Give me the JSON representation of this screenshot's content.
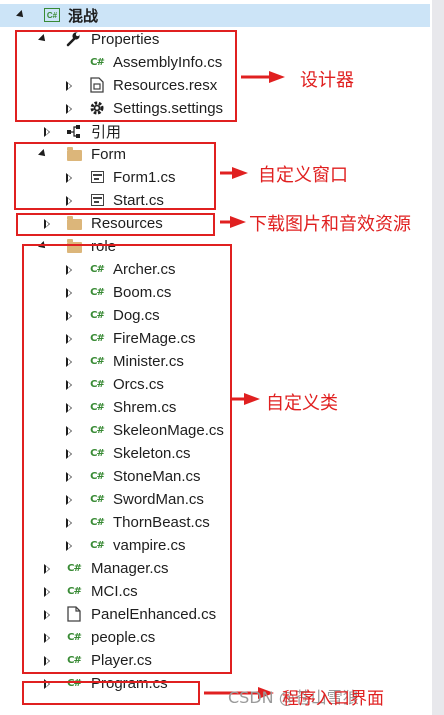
{
  "tree": {
    "project": "混战",
    "properties": {
      "label": "Properties",
      "children": [
        "AssemblyInfo.cs",
        "Resources.resx",
        "Settings.settings"
      ]
    },
    "references": "引用",
    "form_folder": {
      "label": "Form",
      "children": [
        "Form1.cs",
        "Start.cs"
      ]
    },
    "resources_folder": "Resources",
    "role_folder": {
      "label": "role",
      "children": [
        "Archer.cs",
        "Boom.cs",
        "Dog.cs",
        "FireMage.cs",
        "Minister.cs",
        "Orcs.cs",
        "Shrem.cs",
        "SkeleonMage.cs",
        "Skeleton.cs",
        "StoneMan.cs",
        "SwordMan.cs",
        "ThornBeast.cs",
        "vampire.cs"
      ]
    },
    "root_files": [
      "Manager.cs",
      "MCI.cs",
      "PanelEnhanced.cs",
      "people.cs",
      "Player.cs",
      "Program.cs"
    ]
  },
  "annotations": {
    "designer": "设计器",
    "custom_window": "自定义窗口",
    "download_assets": "下载图片和音效资源",
    "custom_class": "自定义类",
    "program_entry": "程序入口界面"
  },
  "watermark": "CSDN @苍山雪狼",
  "icons": {
    "cs_file": "csharp-file-icon",
    "folder": "folder-icon",
    "wrench": "wrench-icon",
    "gear": "gear-icon",
    "form": "form-icon",
    "references": "references-icon",
    "resx": "resx-icon",
    "project": "csharp-project-icon"
  },
  "colors": {
    "annotation": "#e02020",
    "selection": "#cce4f7",
    "cs_green": "#388a34",
    "folder": "#dcb67a"
  }
}
